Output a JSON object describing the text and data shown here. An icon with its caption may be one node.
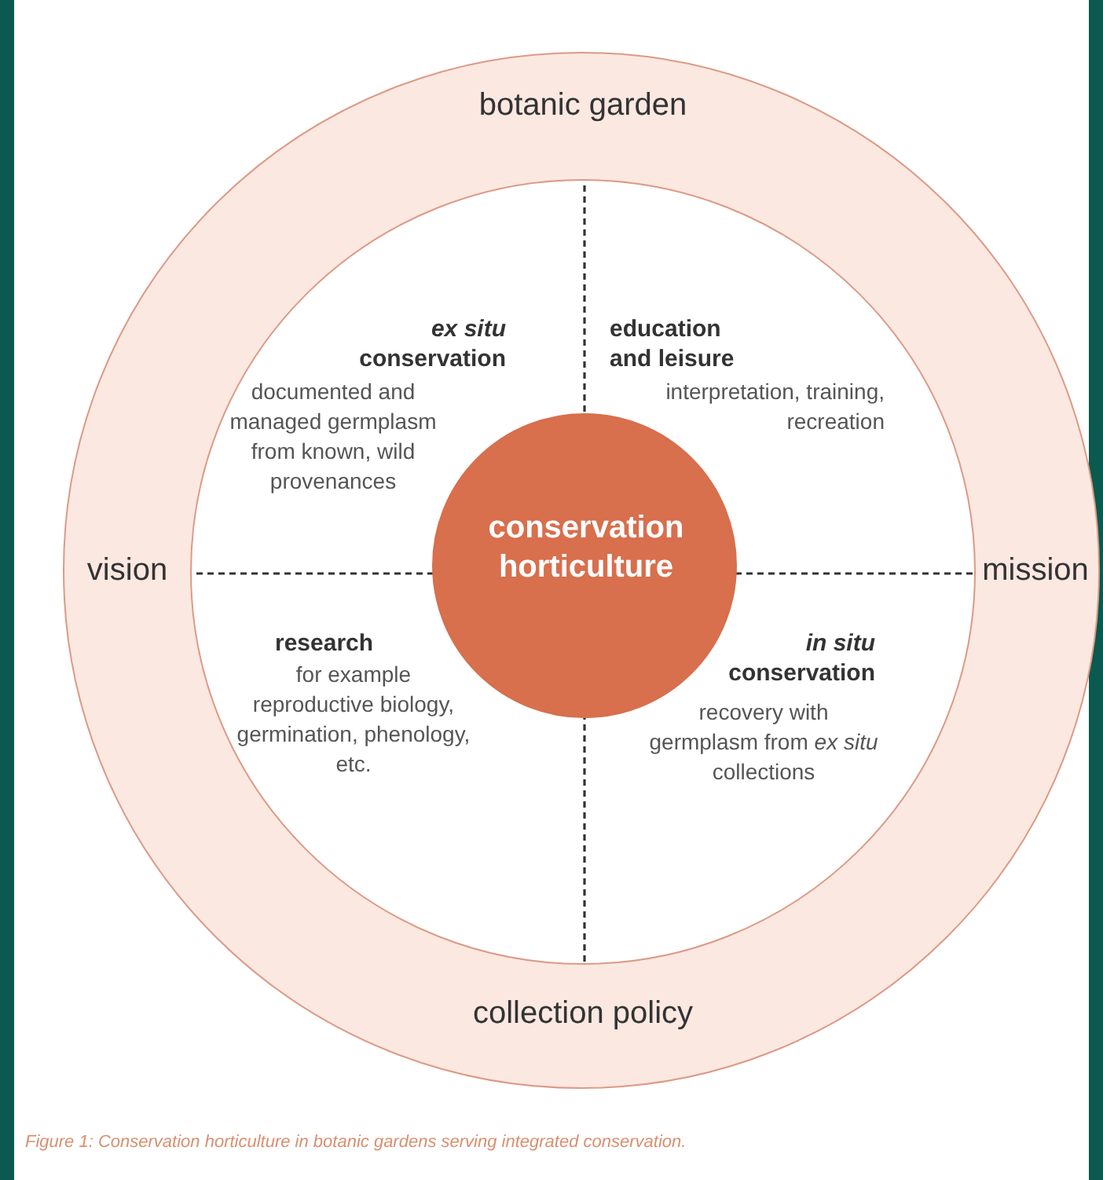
{
  "diagram": {
    "caption": "Figure 1: Conservation horticulture in botanic gardens serving integrated conservation.",
    "nodes": [
      {
        "text": [
          "botanic garden",
          "vision",
          "mission",
          "collection policy"
        ]
      },
      {
        "text": [],
        "shape": "circle",
        "in": 0
      },
      {
        "text": [
          "conservation horticulture"
        ],
        "in": 1
      }
    ],
    "labels": [
      "*ex situ* conservation",
      "documented and managed germplasm from known, wild provenances",
      "education and leisure",
      "interpretation, training, recreation",
      "research",
      "for example reproductive biology, germination, phenology, etc.",
      "*in situ* conservation",
      "recovery with germplasm from *ex situ* collections"
    ]
  }
}
